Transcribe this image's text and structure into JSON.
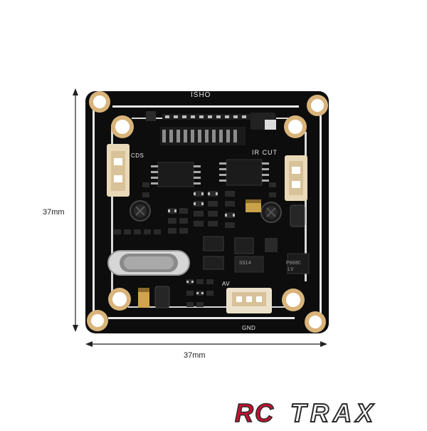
{
  "dimensions": {
    "height_label": "37mm",
    "width_label": "37mm"
  },
  "board": {
    "silkscreen_top": "ISHO",
    "label_cds": "CDS",
    "label_ir_cut": "IR CUT",
    "label_av": "AV",
    "label_gnd": "GND",
    "chip_ss14": "SS14",
    "chip_p008": "P008C",
    "chip_lv": "LV"
  },
  "logo": {
    "text_rc": "RC",
    "text_trax": "TRAX",
    "color_red": "#c8102e",
    "color_dark": "#2b2b2b"
  }
}
